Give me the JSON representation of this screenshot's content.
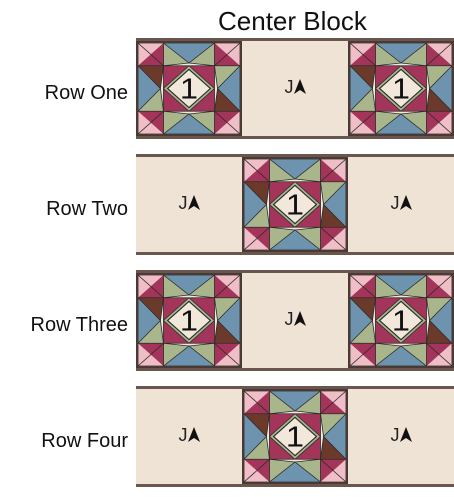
{
  "title": "Center Block",
  "rows": [
    {
      "label": "Row One",
      "cells": [
        "block",
        "J",
        "block"
      ]
    },
    {
      "label": "Row Two",
      "cells": [
        "J",
        "block",
        "J"
      ]
    },
    {
      "label": "Row Three",
      "cells": [
        "block",
        "J",
        "block"
      ]
    },
    {
      "label": "Row Four",
      "cells": [
        "J",
        "block",
        "J"
      ]
    }
  ],
  "block_number": "1",
  "plain_label": "J",
  "colors": {
    "background": "#efe3d6",
    "border": "#4a3a33",
    "pink": "#efbec6",
    "cranberry": "#a3345a",
    "sage": "#a9b58b",
    "blue": "#6d93ae",
    "brown": "#6b3a2b",
    "cream": "#f1e7da"
  },
  "icons": {
    "arrow": "arrow-up-icon"
  }
}
